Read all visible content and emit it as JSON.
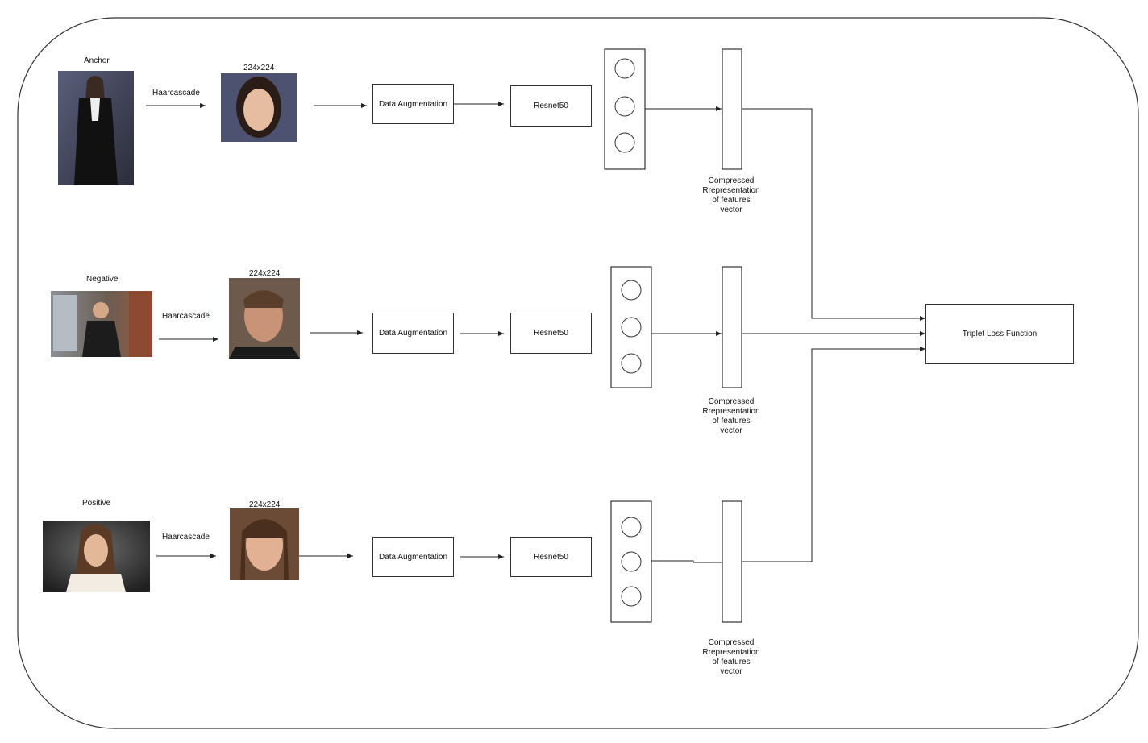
{
  "rows": [
    {
      "id": "anchor",
      "input_label": "Anchor",
      "detector_label": "Haarcascade",
      "crop_size_label": "224x224",
      "augmentation_label": "Data Augmentation",
      "model_label": "Resnet50",
      "vector_caption": [
        "Compressed",
        "Rrepresentation",
        "of features",
        "vector"
      ]
    },
    {
      "id": "negative",
      "input_label": "Negative",
      "detector_label": "Haarcascade",
      "crop_size_label": "224x224",
      "augmentation_label": "Data Augmentation",
      "model_label": "Resnet50",
      "vector_caption": [
        "Compressed",
        "Rrepresentation",
        "of features",
        "vector"
      ]
    },
    {
      "id": "positive",
      "input_label": "Positive",
      "detector_label": "Haarcascade",
      "crop_size_label": "224x224",
      "augmentation_label": "Data Augmentation",
      "model_label": "Resnet50",
      "vector_caption": [
        "Compressed",
        "Rrepresentation",
        "of features",
        "vector"
      ]
    }
  ],
  "loss": {
    "label": "Triplet Loss Function"
  },
  "colors": {
    "stroke": "#333333",
    "background": "#ffffff"
  }
}
